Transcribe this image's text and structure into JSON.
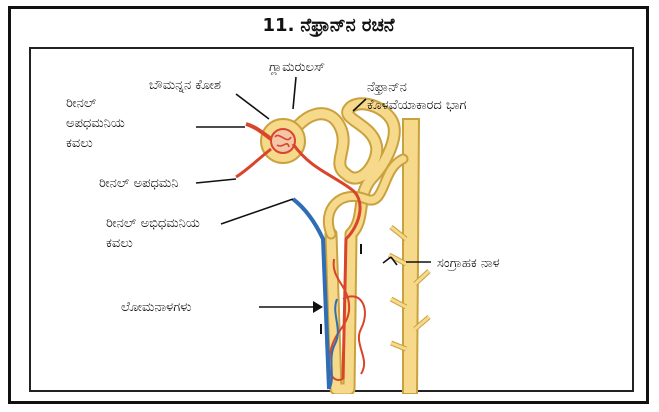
{
  "title": {
    "number": "11.",
    "text": "ನೆಫ್ರಾನ್‌ನ ರಚನೆ"
  },
  "labels": {
    "glomerulus": "ಗ್ಲಾಮರುಲಸ್",
    "bowmans_capsule": "ಬೌಮನ್ನನ ಕೋಶ",
    "nephron_tubule": [
      "ನೆಫ್ರಾನ್‌ನ",
      "ಕೊಳವೆಯಾಕಾರದ ಭಾಗ"
    ],
    "renal_artery_branch": [
      "ರೀನಲ್",
      "ಅಪಧಮನಿಯ",
      "ಕವಲು"
    ],
    "renal_artery": "ರೀನಲ್ ಅಪಧಮನಿ",
    "renal_vein_branch": [
      "ರೀನಲ್ ಅಭಿಧಮನಿಯ",
      "ಕವಲು"
    ],
    "collecting_duct": "ಸಂಗ್ರಾಹಕ ನಾಳ",
    "capillaries": "ಲೋಮನಾಳಗಳು"
  },
  "colors": {
    "tubule": "#f7d98b",
    "tubule_edge": "#c9a23e",
    "artery": "#d9452b",
    "vein": "#2f6db5"
  }
}
